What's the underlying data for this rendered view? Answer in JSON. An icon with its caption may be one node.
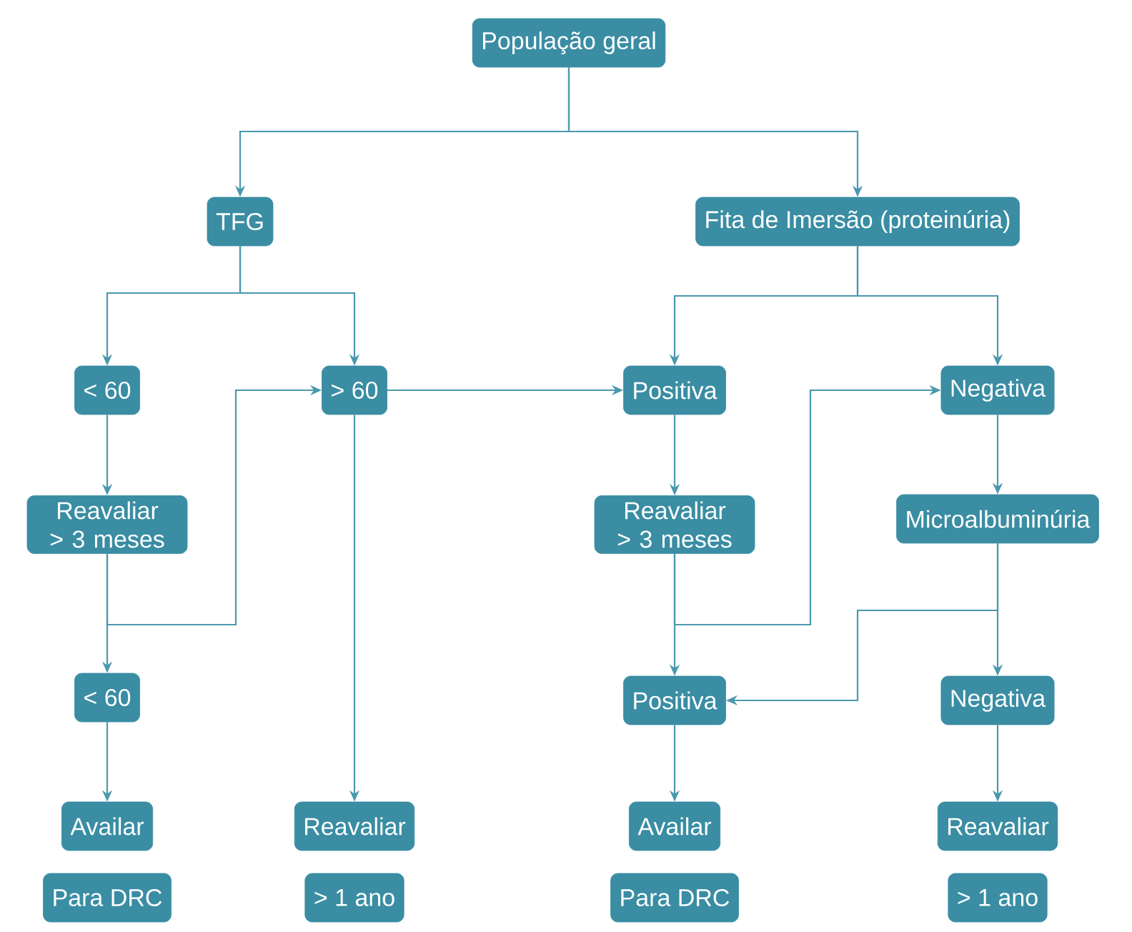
{
  "diagram": {
    "nodes": [
      {
        "text": [
          "População geral"
        ]
      },
      {
        "text": [
          "TFG"
        ]
      },
      {
        "text": [
          "Fita de Imersão (proteinúria)"
        ]
      },
      {
        "text": [
          "< 60"
        ]
      },
      {
        "text": [
          "> 60"
        ]
      },
      {
        "text": [
          "Positiva"
        ]
      },
      {
        "text": [
          "Negativa"
        ]
      },
      {
        "text": [
          "Reavaliar > 3 meses"
        ]
      },
      {
        "text": [
          "Reavaliar > 3 meses"
        ]
      },
      {
        "text": [
          "Microalbuminúria"
        ]
      },
      {
        "text": [
          "< 60"
        ]
      },
      {
        "text": [
          "Positiva"
        ]
      },
      {
        "text": [
          "Negativa"
        ]
      },
      {
        "text": [
          "Availar"
        ]
      },
      {
        "text": [
          "Reavaliar"
        ]
      },
      {
        "text": [
          "Availar"
        ]
      },
      {
        "text": [
          "Reavaliar"
        ]
      },
      {
        "text": [
          "Para DRC"
        ]
      },
      {
        "text": [
          "> 1 ano"
        ]
      },
      {
        "text": [
          "Para DRC"
        ]
      },
      {
        "text": [
          "> 1 ano"
        ]
      }
    ],
    "edges": [
      {
        "from": 0,
        "to": 1,
        "arrow": "to"
      },
      {
        "from": 0,
        "to": 2,
        "arrow": "to"
      },
      {
        "from": 1,
        "to": 3,
        "arrow": "to"
      },
      {
        "from": 1,
        "to": 4,
        "arrow": "to"
      },
      {
        "from": 2,
        "to": 5,
        "arrow": "to"
      },
      {
        "from": 2,
        "to": 6,
        "arrow": "to"
      },
      {
        "from": 3,
        "to": 7,
        "arrow": "to"
      },
      {
        "from": 7,
        "to": 10,
        "arrow": "to"
      },
      {
        "from": 7,
        "to": 4,
        "arrow": "to"
      },
      {
        "from": 4,
        "to": 5,
        "arrow": "to"
      },
      {
        "from": 4,
        "to": 14,
        "arrow": "to"
      },
      {
        "from": 5,
        "to": 8,
        "arrow": "to"
      },
      {
        "from": 8,
        "to": 11,
        "arrow": "to"
      },
      {
        "from": 8,
        "to": 6,
        "arrow": "to"
      },
      {
        "from": 6,
        "to": 9,
        "arrow": "to"
      },
      {
        "from": 9,
        "to": 12,
        "arrow": "to"
      },
      {
        "from": 9,
        "to": 11,
        "arrow": "to"
      },
      {
        "from": 10,
        "to": 13,
        "arrow": "to"
      },
      {
        "from": 11,
        "to": 15,
        "arrow": "to"
      },
      {
        "from": 12,
        "to": 16,
        "arrow": "to"
      }
    ]
  }
}
